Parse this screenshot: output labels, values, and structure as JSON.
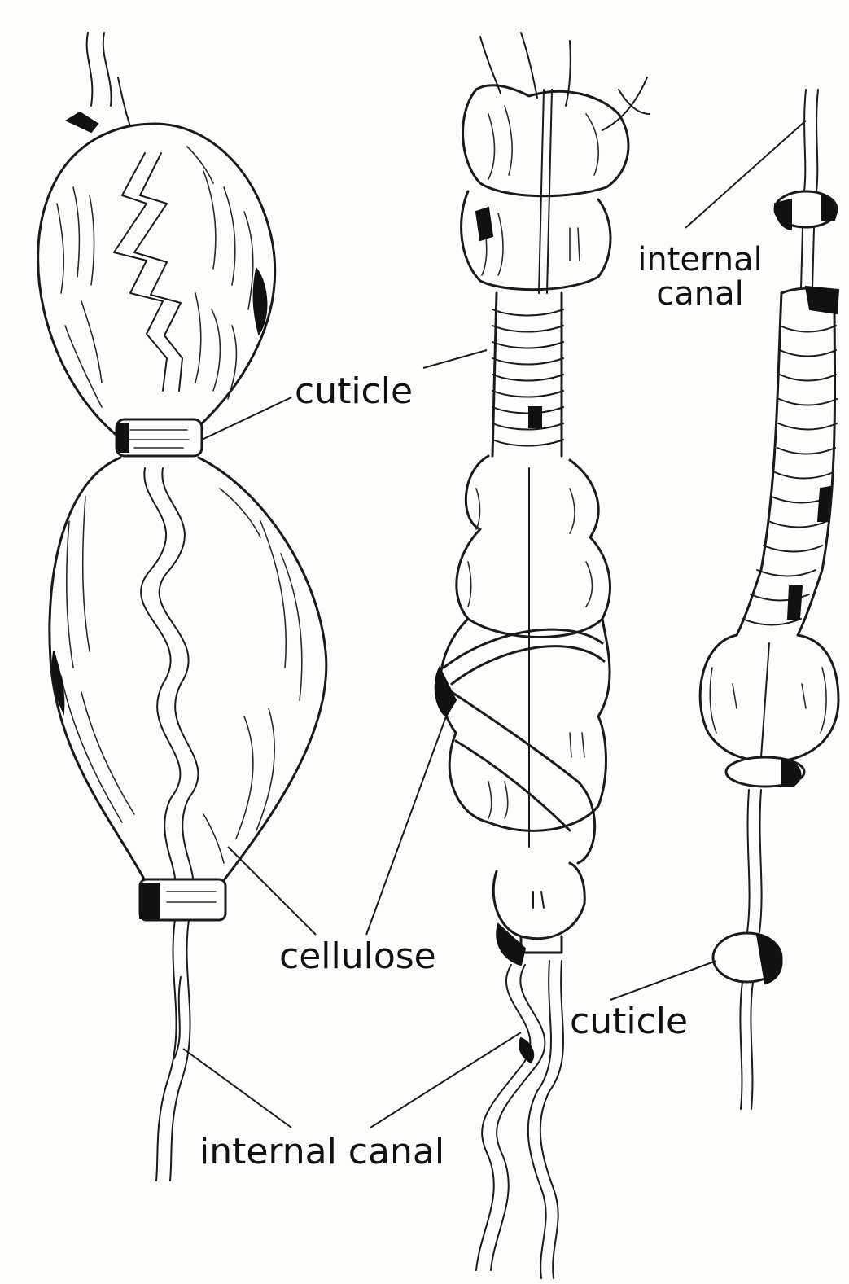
{
  "labels": {
    "cuticle_top": "cuticle",
    "internal_canal_top": "internal canal",
    "cellulose": "cellulose",
    "cuticle_bottom": "cuticle",
    "internal_canal_bottom": "internal canal"
  }
}
